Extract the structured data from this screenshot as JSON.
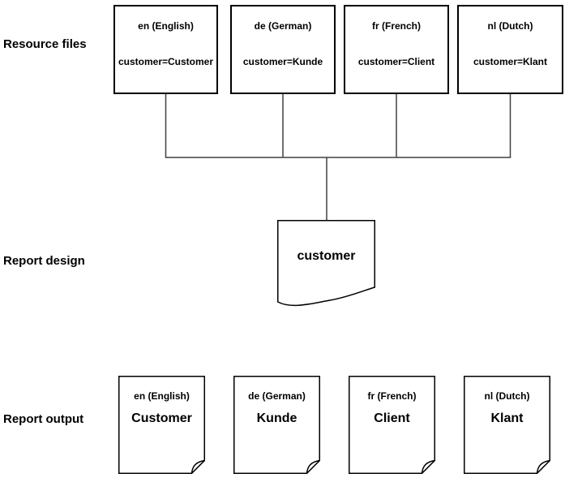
{
  "resource_files": {
    "row_label": "Resource files",
    "boxes": [
      {
        "locale": "en (English)",
        "mapping": "customer=Customer"
      },
      {
        "locale": "de (German)",
        "mapping": "customer=Kunde"
      },
      {
        "locale": "fr (French)",
        "mapping": "customer=Client"
      },
      {
        "locale": "nl (Dutch)",
        "mapping": "customer=Klant"
      }
    ]
  },
  "report_design": {
    "row_label": "Report design",
    "document_text": "customer"
  },
  "report_output": {
    "row_label": "Report output",
    "pages": [
      {
        "locale": "en (English)",
        "text": "Customer"
      },
      {
        "locale": "de (German)",
        "text": "Kunde"
      },
      {
        "locale": "fr (French)",
        "text": "Client"
      },
      {
        "locale": "nl (Dutch)",
        "text": "Klant"
      }
    ]
  },
  "colors": {
    "background": "#ffffff",
    "box_border": "#000000",
    "connector": "#404040",
    "text": "#000000"
  }
}
